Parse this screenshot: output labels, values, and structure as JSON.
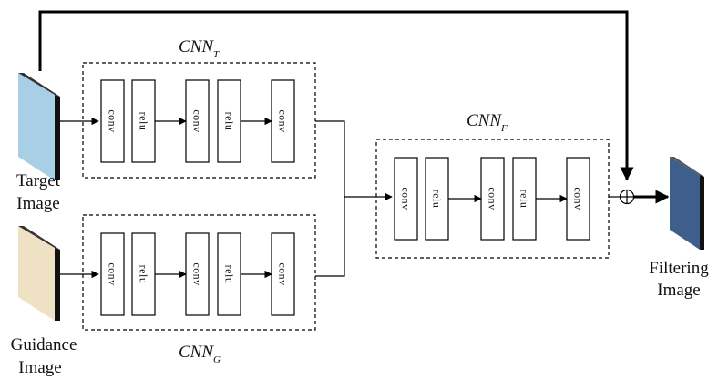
{
  "inputs": {
    "target": {
      "line1": "Target",
      "line2": "Image",
      "color": "#a9cfe6"
    },
    "guidance": {
      "line1": "Guidance",
      "line2": "Image",
      "color": "#efe1c3"
    }
  },
  "output": {
    "line1": "Filtering",
    "line2": "Image",
    "color": "#3e5f8c"
  },
  "networks": {
    "target": {
      "base": "CNN",
      "sub": "T",
      "layers": [
        "conv",
        "relu",
        "conv",
        "relu",
        "conv"
      ]
    },
    "guidance": {
      "base": "CNN",
      "sub": "G",
      "layers": [
        "conv",
        "relu",
        "conv",
        "relu",
        "conv"
      ]
    },
    "fusion": {
      "base": "CNN",
      "sub": "F",
      "layers": [
        "conv",
        "relu",
        "conv",
        "relu",
        "conv"
      ]
    }
  }
}
